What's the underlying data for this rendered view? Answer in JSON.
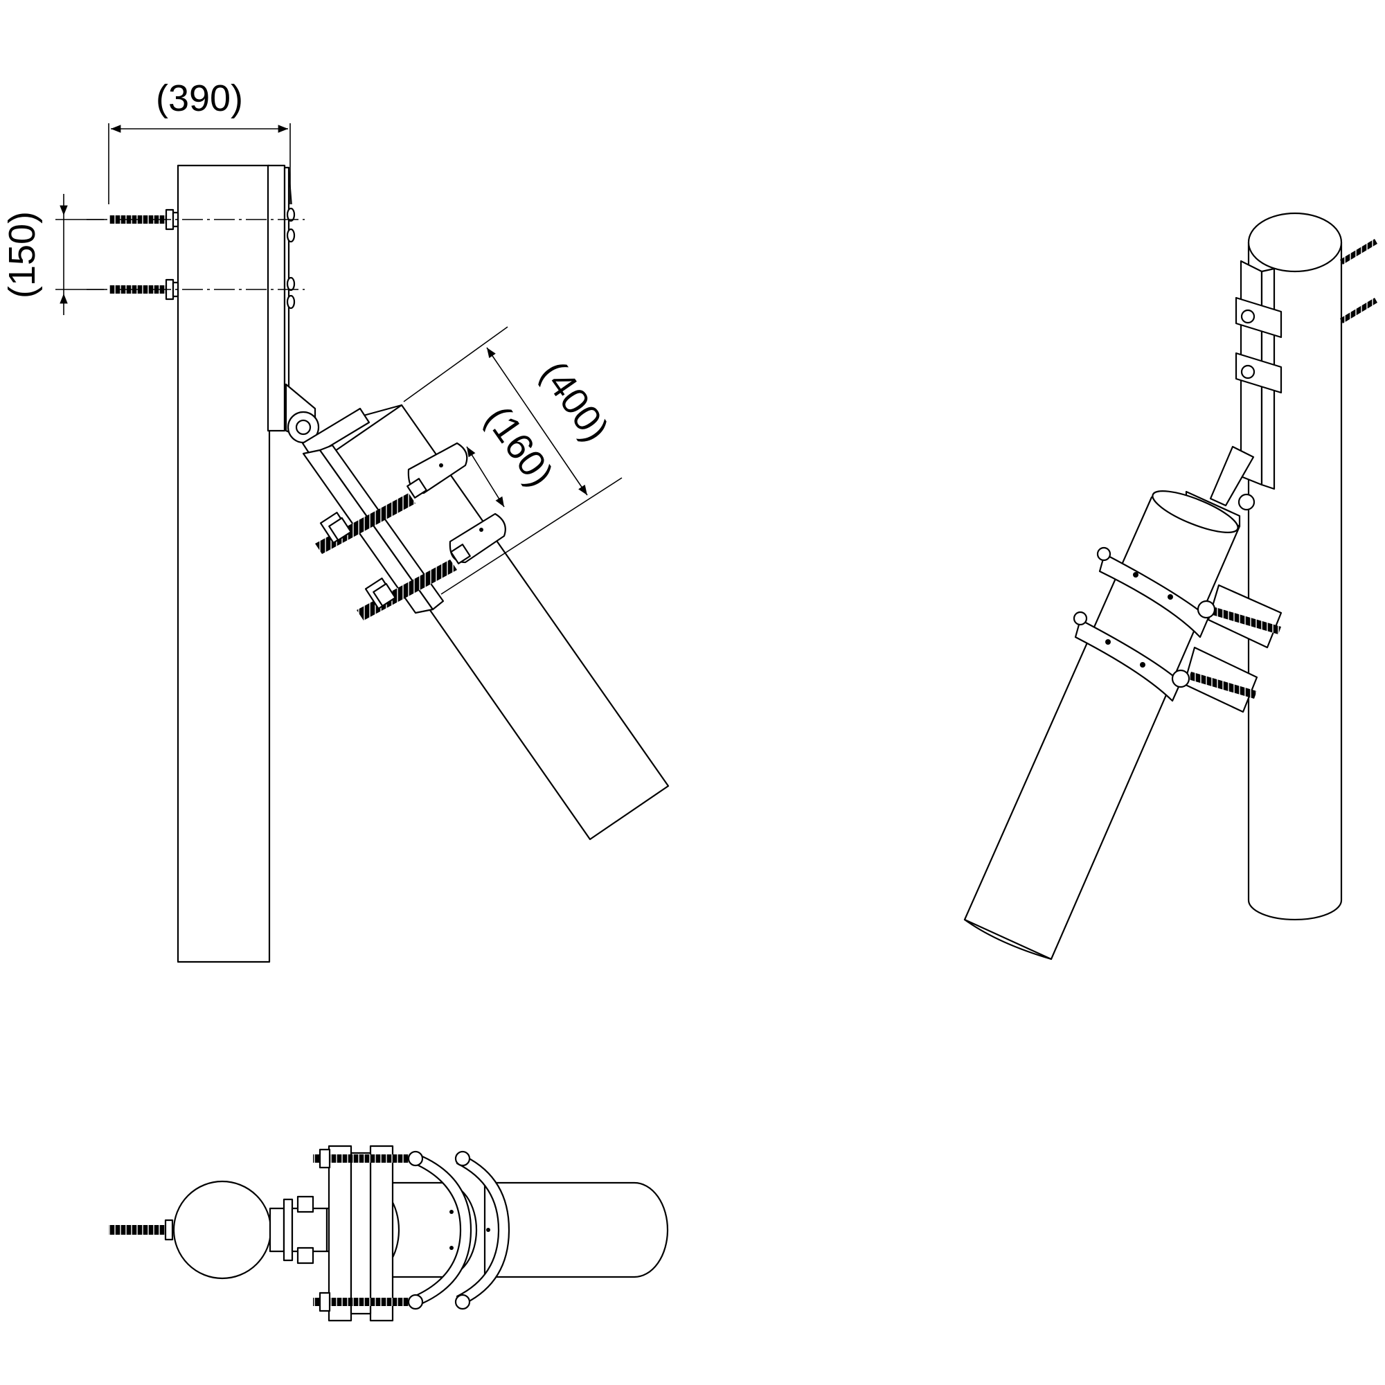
{
  "dimensions": {
    "width_390": "(390)",
    "spacing_150": "(150)",
    "length_400": "(400)",
    "offset_160": "(160)"
  }
}
